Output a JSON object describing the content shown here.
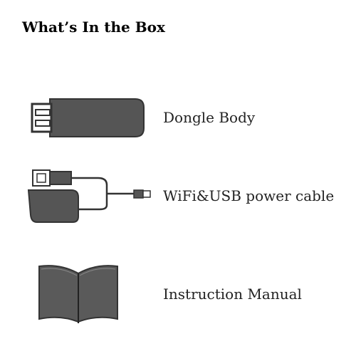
{
  "title": "What’s In the Box",
  "items": [
    {
      "label": "Dongle Body",
      "icon": "dongle-icon"
    },
    {
      "label": "WiFi&USB power cable",
      "icon": "usb-cable-icon"
    },
    {
      "label": "Instruction Manual",
      "icon": "book-icon"
    }
  ],
  "colors": {
    "icon_fill": "#555555",
    "icon_stroke": "#222222",
    "text": "#222222"
  }
}
